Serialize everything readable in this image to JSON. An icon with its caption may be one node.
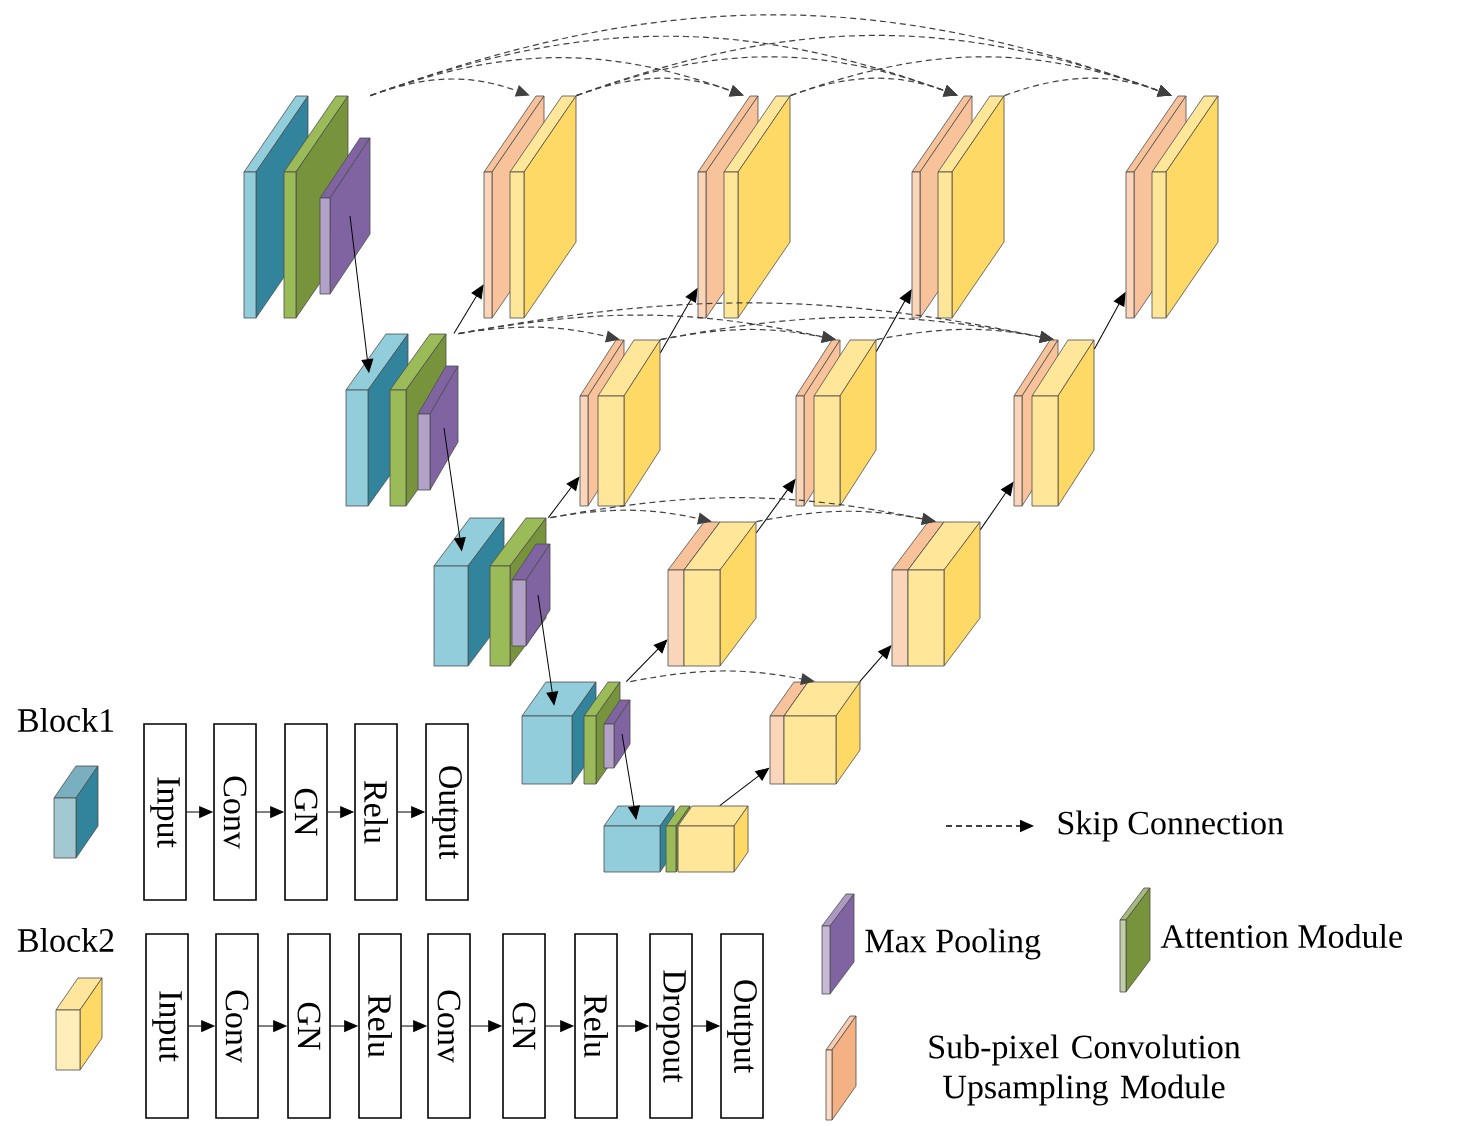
{
  "diagram": {
    "nodes": [
      {
        "text": [],
        "shape": "box"
      },
      {
        "text": [],
        "shape": "box"
      },
      {
        "text": [],
        "shape": "box"
      },
      {
        "text": [],
        "shape": "box"
      },
      {
        "text": [],
        "shape": "box"
      },
      {
        "text": [],
        "shape": "box"
      },
      {
        "text": [],
        "shape": "box"
      },
      {
        "text": [],
        "shape": "box"
      },
      {
        "text": [],
        "shape": "box"
      },
      {
        "text": [],
        "shape": "box"
      },
      {
        "text": [],
        "shape": "box"
      },
      {
        "text": [],
        "shape": "box"
      },
      {
        "text": [],
        "shape": "box"
      },
      {
        "text": [],
        "shape": "box"
      },
      {
        "text": [],
        "shape": "box"
      },
      {
        "text": [
          "Input"
        ]
      },
      {
        "text": [
          "Conv"
        ]
      },
      {
        "text": [
          "GN"
        ]
      },
      {
        "text": [
          "Relu"
        ]
      },
      {
        "text": [
          "Output"
        ]
      },
      {
        "text": [
          "Input"
        ]
      },
      {
        "text": [
          "Conv"
        ]
      },
      {
        "text": [
          "GN"
        ]
      },
      {
        "text": [
          "Relu"
        ]
      },
      {
        "text": [
          "Conv"
        ]
      },
      {
        "text": [
          "GN"
        ]
      },
      {
        "text": [
          "Relu"
        ]
      },
      {
        "text": [
          "Dropout"
        ]
      },
      {
        "text": [
          "Output"
        ]
      }
    ],
    "edges": [
      {
        "from": 0,
        "to": 5,
        "arrow": "to"
      },
      {
        "from": 5,
        "to": 9,
        "arrow": "to"
      },
      {
        "from": 9,
        "to": 12,
        "arrow": "to"
      },
      {
        "from": 12,
        "to": 14,
        "arrow": "to"
      },
      {
        "from": 5,
        "to": 1,
        "arrow": "to"
      },
      {
        "from": 6,
        "to": 2,
        "arrow": "to"
      },
      {
        "from": 7,
        "to": 3,
        "arrow": "to"
      },
      {
        "from": 8,
        "to": 4,
        "arrow": "to"
      },
      {
        "from": 9,
        "to": 6,
        "arrow": "to"
      },
      {
        "from": 10,
        "to": 7,
        "arrow": "to"
      },
      {
        "from": 11,
        "to": 8,
        "arrow": "to"
      },
      {
        "from": 12,
        "to": 10,
        "arrow": "to"
      },
      {
        "from": 13,
        "to": 11,
        "arrow": "to"
      },
      {
        "from": 14,
        "to": 13,
        "arrow": "to"
      },
      {
        "from": 0,
        "to": 1,
        "arrow": "to",
        "style": "dashed"
      },
      {
        "from": 0,
        "to": 2,
        "arrow": "to",
        "style": "dashed"
      },
      {
        "from": 0,
        "to": 3,
        "arrow": "to",
        "style": "dashed"
      },
      {
        "from": 0,
        "to": 4,
        "arrow": "to",
        "style": "dashed"
      },
      {
        "from": 1,
        "to": 2,
        "arrow": "to",
        "style": "dashed"
      },
      {
        "from": 1,
        "to": 3,
        "arrow": "to",
        "style": "dashed"
      },
      {
        "from": 1,
        "to": 4,
        "arrow": "to",
        "style": "dashed"
      },
      {
        "from": 2,
        "to": 3,
        "arrow": "to",
        "style": "dashed"
      },
      {
        "from": 2,
        "to": 4,
        "arrow": "to",
        "style": "dashed"
      },
      {
        "from": 3,
        "to": 4,
        "arrow": "to",
        "style": "dashed"
      },
      {
        "from": 5,
        "to": 6,
        "arrow": "to",
        "style": "dashed"
      },
      {
        "from": 5,
        "to": 7,
        "arrow": "to",
        "style": "dashed"
      },
      {
        "from": 5,
        "to": 8,
        "arrow": "to",
        "style": "dashed"
      },
      {
        "from": 6,
        "to": 7,
        "arrow": "to",
        "style": "dashed"
      },
      {
        "from": 6,
        "to": 8,
        "arrow": "to",
        "style": "dashed"
      },
      {
        "from": 7,
        "to": 8,
        "arrow": "to",
        "style": "dashed"
      },
      {
        "from": 9,
        "to": 10,
        "arrow": "to",
        "style": "dashed"
      },
      {
        "from": 9,
        "to": 11,
        "arrow": "to",
        "style": "dashed"
      },
      {
        "from": 10,
        "to": 11,
        "arrow": "to",
        "style": "dashed"
      },
      {
        "from": 12,
        "to": 13,
        "arrow": "to",
        "style": "dashed"
      },
      {
        "from": 15,
        "to": 16,
        "arrow": "to"
      },
      {
        "from": 16,
        "to": 17,
        "arrow": "to"
      },
      {
        "from": 17,
        "to": 18,
        "arrow": "to"
      },
      {
        "from": 18,
        "to": 19,
        "arrow": "to"
      },
      {
        "from": 20,
        "to": 21,
        "arrow": "to"
      },
      {
        "from": 21,
        "to": 22,
        "arrow": "to"
      },
      {
        "from": 22,
        "to": 23,
        "arrow": "to"
      },
      {
        "from": 23,
        "to": 24,
        "arrow": "to"
      },
      {
        "from": 24,
        "to": 25,
        "arrow": "to"
      },
      {
        "from": 25,
        "to": 26,
        "arrow": "to"
      },
      {
        "from": 26,
        "to": 27,
        "arrow": "to"
      },
      {
        "from": 27,
        "to": 28,
        "arrow": "to"
      }
    ],
    "legend": [
      {
        "text": "Block1",
        "color": "#31849b"
      },
      {
        "text": "Block2",
        "color": "#ffd966"
      },
      {
        "text": "Skip Connection"
      },
      {
        "text": "Max Pooling",
        "color": "#8064a2"
      },
      {
        "text": "Attention Module",
        "color": "#77933c"
      },
      {
        "text": "Sub-pixel Convolution Upsampling Module",
        "color": "#f4b183"
      }
    ]
  }
}
